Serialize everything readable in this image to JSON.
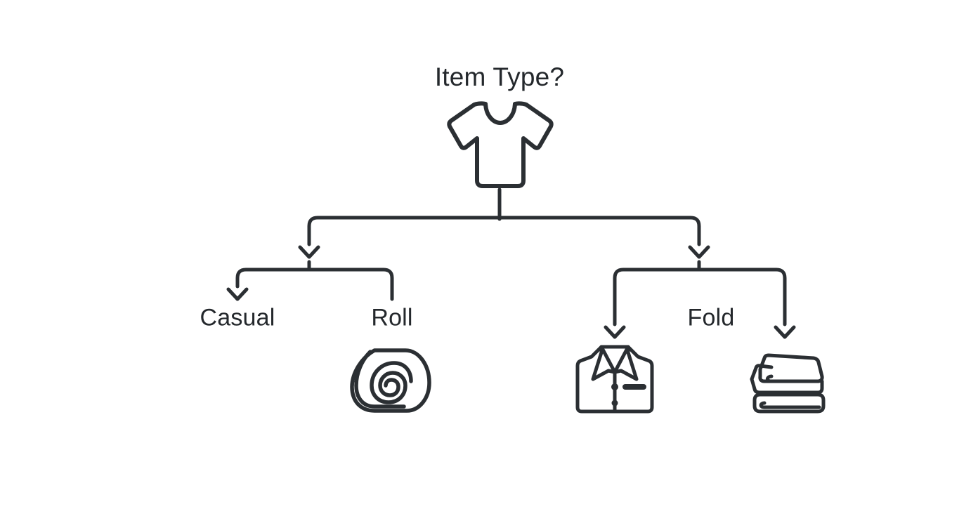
{
  "diagram": {
    "type": "decision-tree-flowchart",
    "background_color": "#ffffff",
    "stroke_color": "#2b2f33",
    "text_color": "#24282c",
    "root": {
      "label": "Item Type?",
      "icon": "tshirt-icon"
    },
    "branches": [
      {
        "id": "left",
        "label": "Casual",
        "label_position": "left-arm",
        "children": [
          {
            "label": "Casual",
            "icon": null,
            "arrowhead": true
          },
          {
            "label": "Roll",
            "icon": "rolled-towel-icon",
            "arrowhead": false
          }
        ]
      },
      {
        "id": "right",
        "label": "Fold",
        "label_position": "center",
        "children": [
          {
            "label": "",
            "icon": "folded-dress-shirt-icon",
            "arrowhead": true
          },
          {
            "label": "",
            "icon": "folded-towel-stack-icon",
            "arrowhead": true
          }
        ]
      }
    ],
    "labels": {
      "title": "Item Type?",
      "casual": "Casual",
      "roll": "Roll",
      "fold": "Fold"
    },
    "icons": {
      "root": "tshirt-icon",
      "roll": "rolled-towel-icon",
      "fold_shirt": "folded-dress-shirt-icon",
      "fold_stack": "folded-towel-stack-icon"
    }
  }
}
